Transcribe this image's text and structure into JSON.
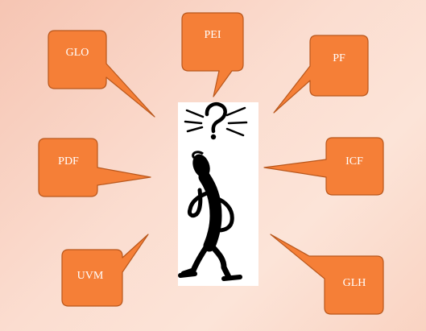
{
  "colors": {
    "bubble_fill": "#f57f37",
    "bubble_stroke": "#b9571c",
    "label_text": "#ffffff",
    "background": "#fbdcce",
    "figure_panel": "#ffffff",
    "figure_ink": "#000000"
  },
  "center_figure": {
    "icon": "confused-thinking-stick-figure-with-question-mark"
  },
  "bubbles": {
    "glo": "GLO",
    "pei": "PEI",
    "pf": "PF",
    "pdf": "PDF",
    "icf": "ICF",
    "uvm": "UVM",
    "glh": "GLH"
  }
}
